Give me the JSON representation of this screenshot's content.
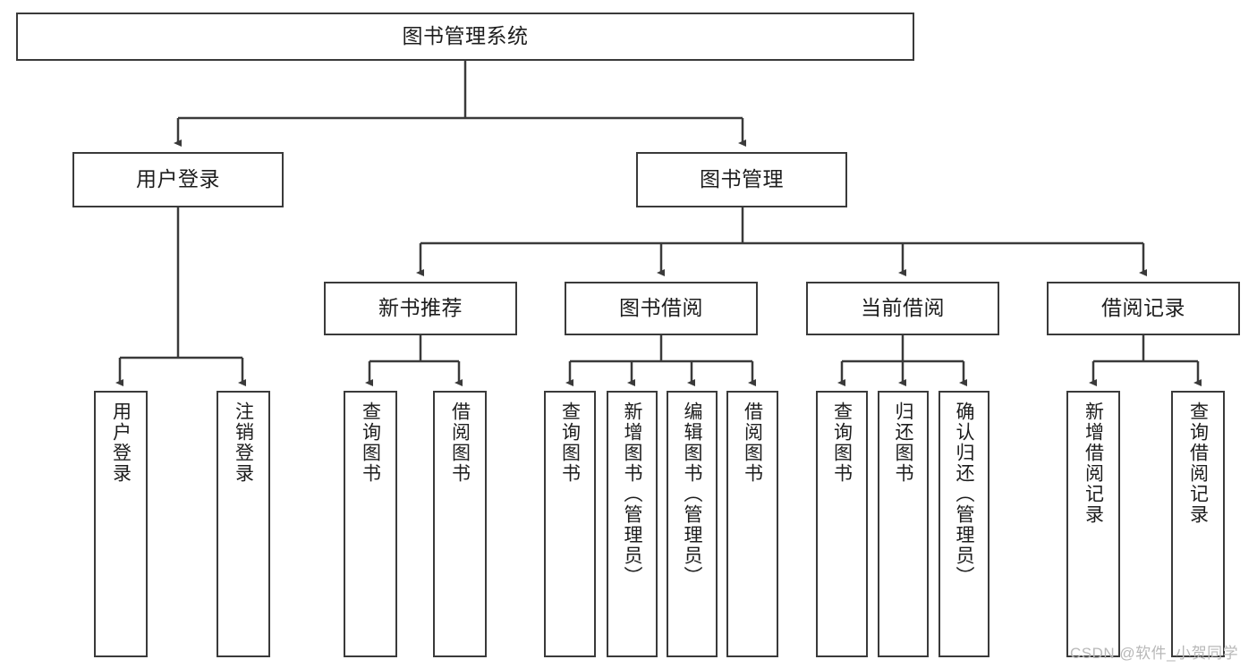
{
  "diagram": {
    "title": "图书管理系统",
    "type": "hierarchy-tree",
    "levels": 4,
    "stroke_color": "#3a3a3a",
    "fill_color": "#ffffff",
    "text_color": "#1d1d1d"
  },
  "nodes": {
    "root": {
      "label": "图书管理系统"
    },
    "level2": [
      {
        "label": "用户登录"
      },
      {
        "label": "图书管理"
      }
    ],
    "level3": [
      {
        "label": "新书推荐"
      },
      {
        "label": "图书借阅"
      },
      {
        "label": "当前借阅"
      },
      {
        "label": "借阅记录"
      }
    ],
    "leaves_user_login": [
      {
        "label": "用户登录"
      },
      {
        "label": "注销登录"
      }
    ],
    "leaves_new_books": [
      {
        "label": "查询图书"
      },
      {
        "label": "借阅图书"
      }
    ],
    "leaves_borrow": [
      {
        "label": "查询图书"
      },
      {
        "label": "新增图书（管理员）"
      },
      {
        "label": "编辑图书（管理员）"
      },
      {
        "label": "借阅图书"
      }
    ],
    "leaves_current": [
      {
        "label": "查询图书"
      },
      {
        "label": "归还图书"
      },
      {
        "label": "确认归还（管理员）"
      }
    ],
    "leaves_records": [
      {
        "label": "新增借阅记录"
      },
      {
        "label": "查询借阅记录"
      }
    ]
  },
  "watermark": {
    "text": "CSDN @软件_小贺同学"
  }
}
